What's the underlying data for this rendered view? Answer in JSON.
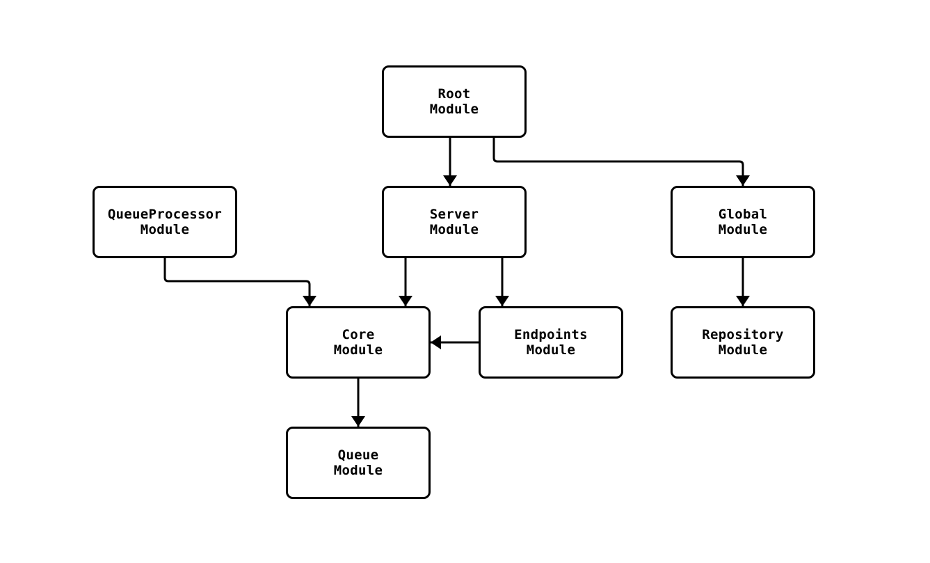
{
  "diagram": {
    "type": "module-dependency-flowchart",
    "colors": {
      "stroke": "#000000",
      "node_fill": "#ffffff",
      "background": "#ffffff",
      "text": "#000000"
    },
    "nodes": [
      {
        "id": "root",
        "label": "Root\nModule"
      },
      {
        "id": "queueprocessor",
        "label": "QueueProcessor\nModule"
      },
      {
        "id": "server",
        "label": "Server\nModule"
      },
      {
        "id": "global",
        "label": "Global\nModule"
      },
      {
        "id": "core",
        "label": "Core\nModule"
      },
      {
        "id": "endpoints",
        "label": "Endpoints\nModule"
      },
      {
        "id": "repository",
        "label": "Repository\nModule"
      },
      {
        "id": "queue",
        "label": "Queue\nModule"
      }
    ],
    "edges": [
      {
        "from": "Root Module",
        "to": "Server Module"
      },
      {
        "from": "Root Module",
        "to": "Global Module"
      },
      {
        "from": "QueueProcessor Module",
        "to": "Core Module"
      },
      {
        "from": "Server Module",
        "to": "Core Module"
      },
      {
        "from": "Server Module",
        "to": "Endpoints Module"
      },
      {
        "from": "Endpoints Module",
        "to": "Core Module"
      },
      {
        "from": "Global Module",
        "to": "Repository Module"
      },
      {
        "from": "Core Module",
        "to": "Queue Module"
      }
    ]
  }
}
